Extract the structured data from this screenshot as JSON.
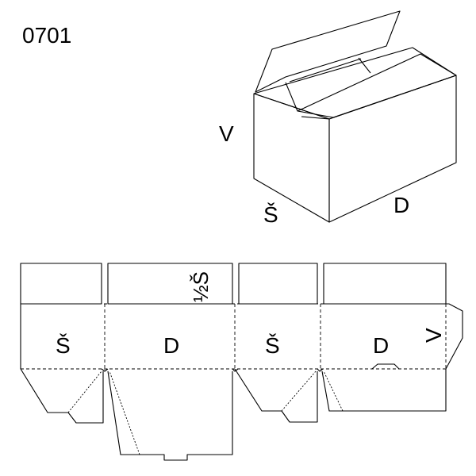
{
  "style_code": "0701",
  "box_view": {
    "label_height": "V",
    "label_width": "Š",
    "label_length": "D"
  },
  "flat_layout": {
    "panel_labels": [
      "Š",
      "D",
      "Š",
      "D"
    ],
    "flap_label": "½Š",
    "glue_flap_label": "V"
  }
}
